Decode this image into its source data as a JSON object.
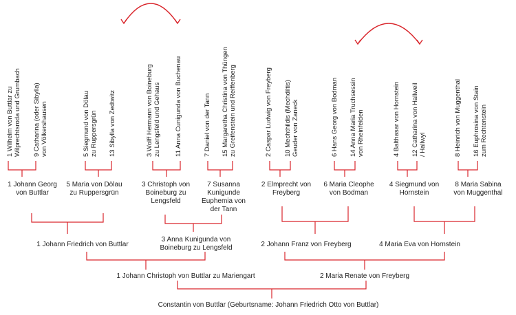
{
  "line_color": "#d9262c",
  "gen4": [
    {
      "id": "g4-1",
      "label": "1 Wilhelm von Buttlar zu\nWilprechtsroda und Grumbach"
    },
    {
      "id": "g4-9",
      "label": "9 Catharina (oder Sibylla)\nvon Völkershausen"
    },
    {
      "id": "g4-5",
      "label": "5 Siegmund von Dölau\nzu Ruppersgrün"
    },
    {
      "id": "g4-13",
      "label": "13 Sibylla von Zedtwitz"
    },
    {
      "id": "g4-3",
      "label": "3 Wolff Hermann von Boineburg\nzu Lengsfeld und Gehaus"
    },
    {
      "id": "g4-11",
      "label": "11 Anna Cunigunda von Buchenau"
    },
    {
      "id": "g4-7",
      "label": "7 Daniel von der Tann"
    },
    {
      "id": "g4-15",
      "label": "15 Margaretha Christina von Thüngen\nzu Greifenstein und Reiffenberg"
    },
    {
      "id": "g4-2",
      "label": "2 Caspar Ludwig von Freyberg"
    },
    {
      "id": "g4-10",
      "label": "10 Mechthildis (Mechdiltis)\nGeuder von Zaneck"
    },
    {
      "id": "g4-6",
      "label": "6 Hans Georg von Bodman"
    },
    {
      "id": "g4-14",
      "label": "14 Anna Maria Truchsessin\nvon Rheinfelden"
    },
    {
      "id": "g4-4",
      "label": "4 Balthasar von Hornstein"
    },
    {
      "id": "g4-12",
      "label": "12 Catharina von Hallweil\n/ Hallwyl"
    },
    {
      "id": "g4-8",
      "label": "8 Heinrich von Muggenthal"
    },
    {
      "id": "g4-16",
      "label": "16 Euphrosina von Stain\nzum Rechtenstein"
    }
  ],
  "gen3": [
    {
      "id": "g3-1",
      "label": "1 Johann Georg\nvon Buttlar"
    },
    {
      "id": "g3-5",
      "label": "5 Maria von Dölau\nzu Ruppersgrün"
    },
    {
      "id": "g3-3",
      "label": "3 Christoph von\nBoineburg zu\nLengsfeld"
    },
    {
      "id": "g3-7",
      "label": "7 Susanna\nKunigunde\nEuphemia von\nder Tann"
    },
    {
      "id": "g3-2",
      "label": "2 Elmprecht von\nFreyberg"
    },
    {
      "id": "g3-6",
      "label": "6 Maria Cleophe\nvon Bodman"
    },
    {
      "id": "g3-4",
      "label": "4 Siegmund von\nHornstein"
    },
    {
      "id": "g3-8",
      "label": "8 Maria Sabina\nvon Muggenthal"
    }
  ],
  "gen2": [
    {
      "id": "g2-1",
      "label": "1 Johann Friedrich von Buttlar"
    },
    {
      "id": "g2-3",
      "label": "3 Anna Kunigunda von\nBoineburg zu Lengsfeld"
    },
    {
      "id": "g2-2",
      "label": "2 Johann Franz von Freyberg"
    },
    {
      "id": "g2-4",
      "label": "4 Maria Eva von Hornstein"
    }
  ],
  "gen1": [
    {
      "id": "g1-1",
      "label": "1 Johann Christoph von Buttlar zu Mariengart"
    },
    {
      "id": "g1-2",
      "label": "2 Maria Renate von Freyberg"
    }
  ],
  "root": {
    "label": "Constantin von Buttlar (Geburtsname: Johann Friedrich Otto von Buttlar)"
  }
}
